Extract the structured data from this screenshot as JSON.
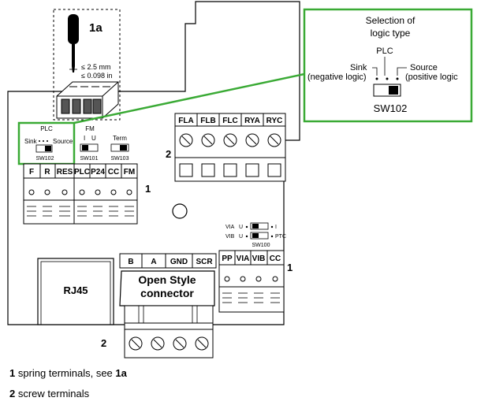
{
  "callout": {
    "title_line1": "Selection of",
    "title_line2": "logic type",
    "plc_label": "PLC",
    "sink_label": "Sink",
    "sink_desc": "(negative logic)",
    "source_label": "Source",
    "source_desc": "(positive logic",
    "switch_name": "SW102",
    "border_color": "#3aaa35"
  },
  "screwdriver": {
    "label": "1a",
    "dim_width": "≤ 2.5 mm",
    "dim_inch": "≤ 0.098 in"
  },
  "switches": {
    "sw102": {
      "title": "PLC",
      "left": "Sink",
      "right": "Source",
      "name": "SW102"
    },
    "sw101": {
      "title": "FM",
      "left": "I",
      "right": "U",
      "name": "SW101"
    },
    "sw103": {
      "title": "Term",
      "name": "SW103"
    },
    "sw100": {
      "via": "VIA",
      "vib": "VIB",
      "u": "U",
      "i": "I",
      "ptc": "PTC",
      "name": "SW100"
    }
  },
  "terminals": {
    "left_group": [
      "F",
      "R",
      "RES"
    ],
    "mid_group": [
      "PLC",
      "P24",
      "CC",
      "FM"
    ],
    "relay_group": [
      "FLA",
      "FLB",
      "FLC",
      "RYA",
      "RYC"
    ],
    "comm_group": [
      "B",
      "A",
      "GND",
      "SCR"
    ],
    "analog_group": [
      "PP",
      "VIA",
      "VIB",
      "CC"
    ]
  },
  "callouts": {
    "n1_top": "1",
    "n1_right": "1",
    "n2_relay": "2",
    "n2_bottom": "2"
  },
  "ports": {
    "rj45": "RJ45",
    "connector_line1": "Open Style",
    "connector_line2": "connector"
  },
  "legend": {
    "item1_num": "1",
    "item1_text": " spring terminals, see ",
    "item1_ref": "1a",
    "item2_num": "2",
    "item2_text": " screw terminals"
  }
}
